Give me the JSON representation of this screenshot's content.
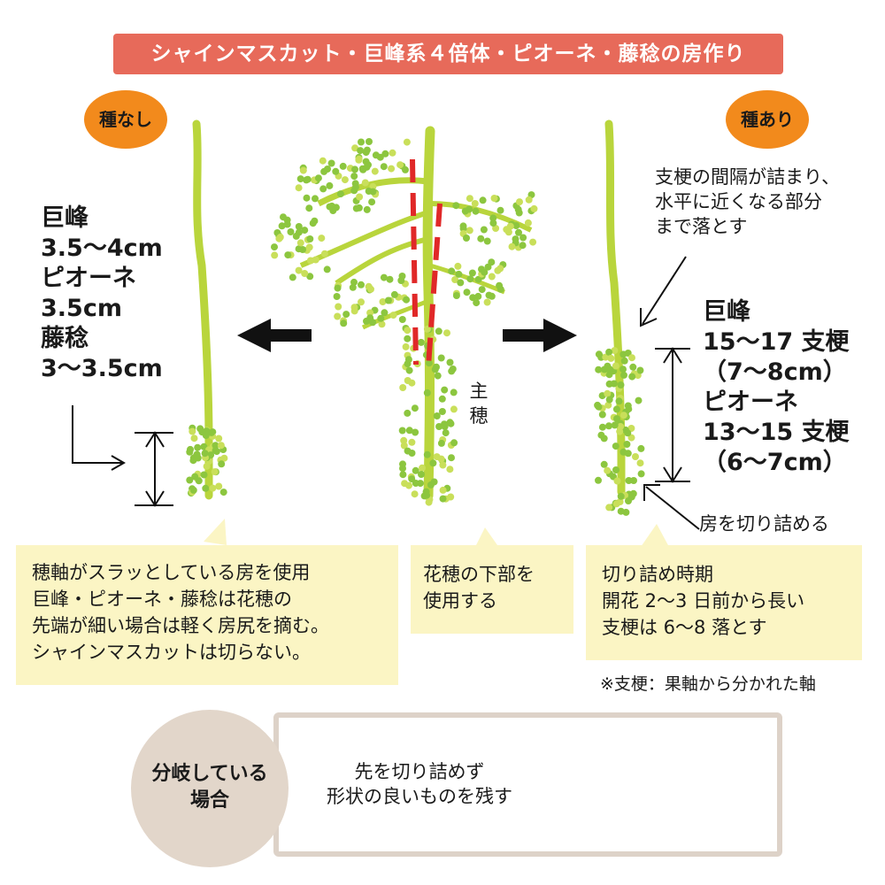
{
  "title": "シャインマスカット・巨峰系４倍体・ピオーネ・藤稔の房作り",
  "colors": {
    "title_bg": "#e76a5a",
    "tag_bg": "#f28a1c",
    "stem": "#b9d53c",
    "berry": "#8cc63f",
    "cut_mark": "#e02828",
    "bubble_bg": "#fbf5c4",
    "circle_bg": "#e2d6ca"
  },
  "left": {
    "tag": "種なし",
    "lengths": [
      "巨峰",
      "3.5〜4cm",
      "ピオーネ",
      "3.5cm",
      "藤稔",
      "3〜3.5cm"
    ],
    "bubble": [
      "穂軸がスラッとしている房を使用",
      "巨峰・ピオーネ・藤稔は花穂の",
      "先端が細い場合は軽く房尻を摘む。",
      "シャインマスカットは切らない。"
    ]
  },
  "center": {
    "label": "主穂",
    "bubble": [
      "花穂の下部を",
      "使用する"
    ]
  },
  "right": {
    "tag": "種あり",
    "note_top": [
      "支梗の間隔が詰まり、",
      "水平に近くなる部分",
      "まで落とす"
    ],
    "counts": [
      "巨峰",
      "15〜17 支梗",
      "（7〜8cm）",
      "ピオーネ",
      "13〜15 支梗",
      "（6〜7cm）"
    ],
    "note_bottom": "房を切り詰める",
    "bubble": [
      "切り詰め時期",
      "開花 2〜3 日前から長い",
      "支梗は 6〜8 落とす"
    ],
    "footnote": "※支梗：果軸から分かれた軸"
  },
  "branched": {
    "circle": [
      "分岐している",
      "場合"
    ],
    "text": [
      "先を切り詰めず",
      "形状の良いものを残す"
    ]
  }
}
